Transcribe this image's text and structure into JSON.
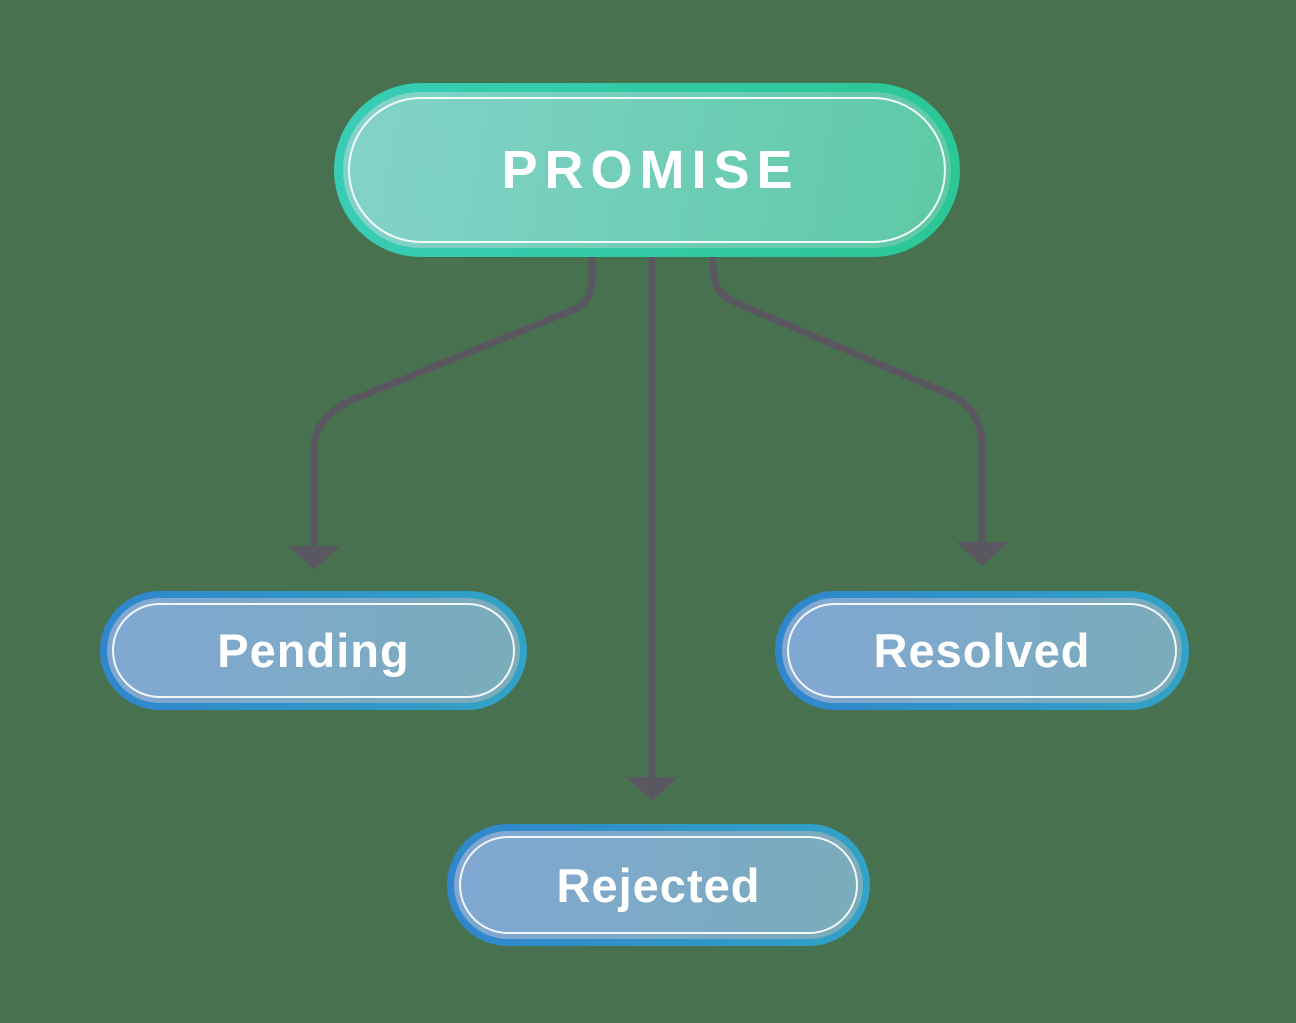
{
  "diagram": {
    "type": "flowchart",
    "nodes": {
      "promise": {
        "label": "PROMISE",
        "role": "root"
      },
      "pending": {
        "label": "Pending",
        "role": "state"
      },
      "rejected": {
        "label": "Rejected",
        "role": "state"
      },
      "resolved": {
        "label": "Resolved",
        "role": "state"
      }
    },
    "edges": [
      {
        "from": "promise",
        "to": "pending",
        "style": "arrow"
      },
      {
        "from": "promise",
        "to": "rejected",
        "style": "arrow"
      },
      {
        "from": "promise",
        "to": "resolved",
        "style": "arrow"
      }
    ]
  },
  "colors": {
    "bg": "#487150",
    "arrow": "#5a5760",
    "promise_border_1": "#38cdb5",
    "promise_border_2": "#2bc795",
    "promise_fill_1": "#84d3ca",
    "promise_fill_2": "#5ec9a6",
    "state_border_1": "#2f86cc",
    "state_border_2": "#31a3c6",
    "state_fill_1": "#81a7d3",
    "state_fill_2": "#7aacba",
    "label": "#ffffff"
  }
}
